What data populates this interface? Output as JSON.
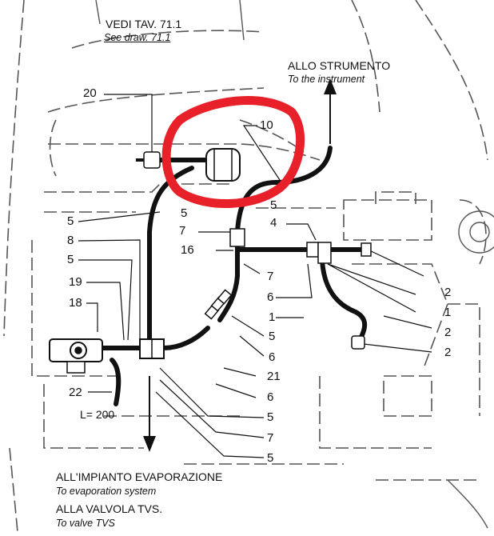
{
  "header": {
    "ref_it": "VEDI TAV. 71.1",
    "ref_en": "See draw. 71.1"
  },
  "outputs": {
    "instrument_it": "ALLO STRUMENTO",
    "instrument_en": "To the instrument",
    "evap_it": "ALL'IMPIANTO EVAPORAZIONE",
    "evap_en": "To evaporation system",
    "tvs_it": "ALLA VALVOLA TVS.",
    "tvs_en": "To valve TVS"
  },
  "length_note": "L= 200",
  "part_numbers": {
    "p20": "20",
    "p10": "10",
    "left_5a": "5",
    "left_8": "8",
    "left_5b": "5",
    "left_19": "19",
    "left_18": "18",
    "left_22": "22",
    "mid_5": "5",
    "mid_7": "7",
    "mid_16": "16",
    "mid_5b": "5",
    "mid_4": "4",
    "c_7": "7",
    "c_6": "6",
    "c_1": "1",
    "c_5": "5",
    "c_6b": "6",
    "c_21": "21",
    "c_6c": "6",
    "c_5c": "5",
    "c_7b": "7",
    "c_5d": "5",
    "r_2a": "2",
    "r_1": "1",
    "r_2b": "2",
    "r_2c": "2"
  },
  "colors": {
    "highlight": "#e8202a",
    "line": "#111111",
    "dash": "#555555"
  }
}
